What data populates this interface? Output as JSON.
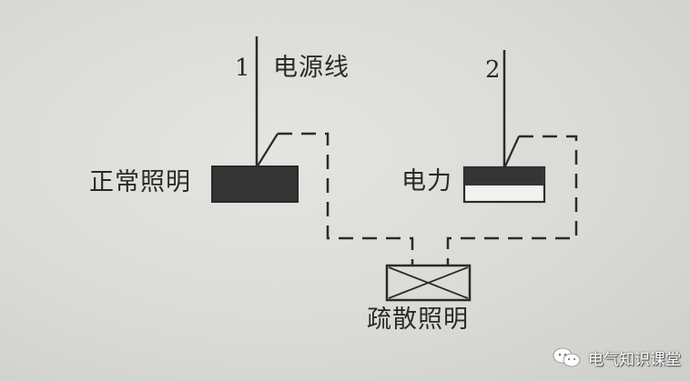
{
  "diagram": {
    "labels": {
      "line1_number": "1",
      "line1_name": "电源线",
      "line2_number": "2",
      "normal_lighting": "正常照明",
      "power": "电力",
      "evacuation_lighting": "疏散照明"
    },
    "colors": {
      "ink": "#2a2a2a",
      "box_fill": "#353535",
      "paper": "#dcddd9"
    }
  },
  "watermark": {
    "icon": "wechat-icon",
    "text": "电气知识课堂"
  }
}
